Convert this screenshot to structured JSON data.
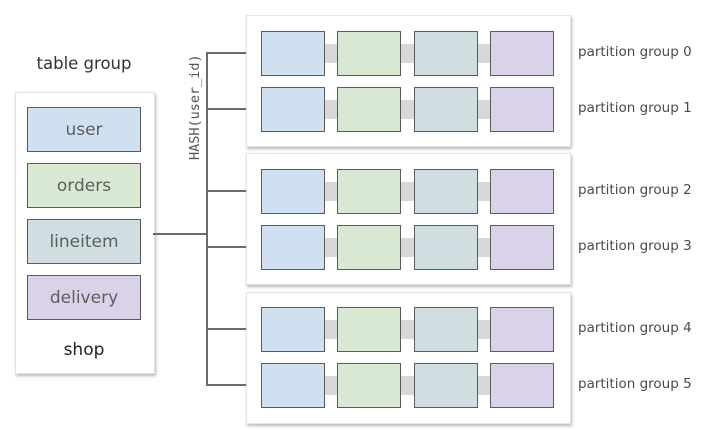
{
  "table_group": {
    "title": "table group",
    "name": "shop",
    "tables": [
      {
        "label": "user",
        "color": "#cfe0f1"
      },
      {
        "label": "orders",
        "color": "#d9e8d2"
      },
      {
        "label": "lineitem",
        "color": "#d0dee2"
      },
      {
        "label": "delivery",
        "color": "#dad2e8"
      }
    ]
  },
  "partition_key": "HASH(user_id)",
  "partition_groups": [
    {
      "label": "partition group 0"
    },
    {
      "label": "partition group 1"
    },
    {
      "label": "partition group 2"
    },
    {
      "label": "partition group 3"
    },
    {
      "label": "partition group 4"
    },
    {
      "label": "partition group 5"
    }
  ],
  "colors": {
    "bridge": "#d8d8d8",
    "border": "#5a5a5a",
    "connector": "#6b6b6b"
  }
}
